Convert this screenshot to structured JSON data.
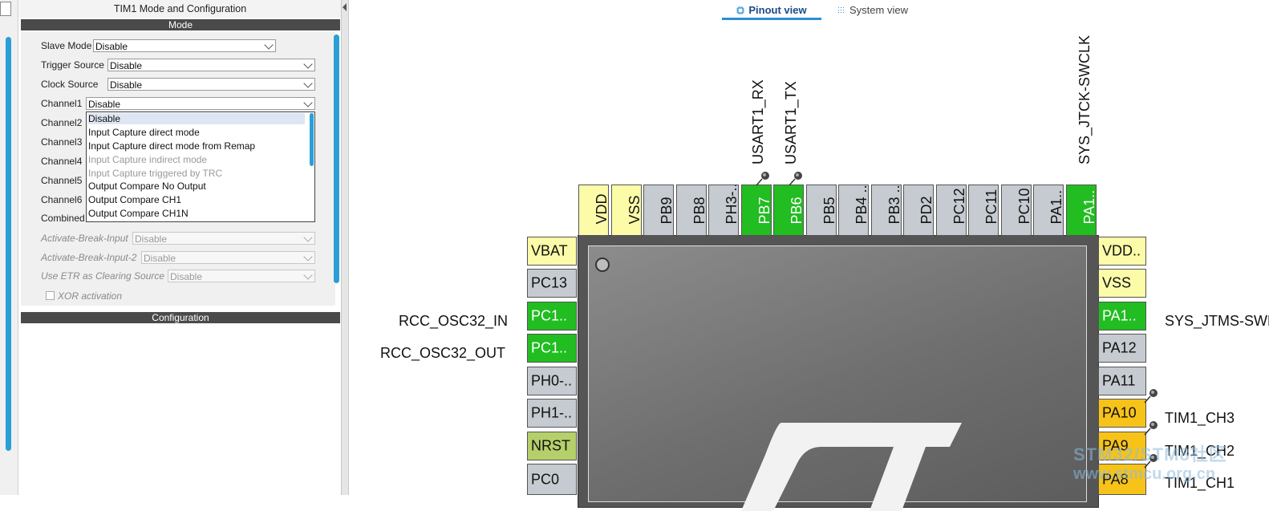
{
  "panel": {
    "title": "TIM1 Mode and Configuration",
    "mode_header": "Mode",
    "configuration_header": "Configuration"
  },
  "mode_rows": [
    {
      "label": "Slave Mode",
      "value": "Disable",
      "disabled": false
    },
    {
      "label": "Trigger Source",
      "value": "Disable",
      "disabled": false
    },
    {
      "label": "Clock Source",
      "value": "Disable",
      "disabled": false
    },
    {
      "label": "Channel1",
      "value": "Disable",
      "disabled": false
    },
    {
      "label": "Channel2",
      "value": "",
      "disabled": false
    },
    {
      "label": "Channel3",
      "value": "",
      "disabled": false
    },
    {
      "label": "Channel4",
      "value": "",
      "disabled": false
    },
    {
      "label": "Channel5",
      "value": "",
      "disabled": false
    },
    {
      "label": "Channel6",
      "value": "",
      "disabled": false
    },
    {
      "label": "Combined",
      "value": "",
      "disabled": false
    },
    {
      "label": "Activate-Break-Input",
      "value": "Disable",
      "disabled": true
    },
    {
      "label": "Activate-Break-Input-2",
      "value": "Disable",
      "disabled": true
    },
    {
      "label": "Use ETR as Clearing Source",
      "value": "Disable",
      "disabled": true
    }
  ],
  "xor_label": "XOR activation",
  "dropdown_options": [
    {
      "text": "Disable",
      "disabled": false,
      "selected": true
    },
    {
      "text": "Input Capture direct mode",
      "disabled": false
    },
    {
      "text": "Input Capture direct mode from Remap",
      "disabled": false
    },
    {
      "text": "Input Capture indirect mode",
      "disabled": true
    },
    {
      "text": "Input Capture triggered by TRC",
      "disabled": true
    },
    {
      "text": "Output Compare No Output",
      "disabled": false
    },
    {
      "text": "Output Compare CH1",
      "disabled": false
    },
    {
      "text": "Output Compare CH1N",
      "disabled": false
    }
  ],
  "tabs": {
    "pinout": "Pinout view",
    "system": "System view"
  },
  "top_pins": [
    {
      "label": "VDD",
      "color": "yellow"
    },
    {
      "label": "VSS",
      "color": "yellow"
    },
    {
      "label": "PB9",
      "color": "gray"
    },
    {
      "label": "PB8",
      "color": "gray"
    },
    {
      "label": "PH3-..",
      "color": "gray"
    },
    {
      "label": "PB7",
      "color": "green"
    },
    {
      "label": "PB6",
      "color": "green"
    },
    {
      "label": "PB5",
      "color": "gray"
    },
    {
      "label": "PB4 ..",
      "color": "gray"
    },
    {
      "label": "PB3 ..",
      "color": "gray"
    },
    {
      "label": "PD2",
      "color": "gray"
    },
    {
      "label": "PC12",
      "color": "gray"
    },
    {
      "label": "PC11",
      "color": "gray"
    },
    {
      "label": "PC10",
      "color": "gray"
    },
    {
      "label": "PA1..",
      "color": "gray"
    },
    {
      "label": "PA1..",
      "color": "green"
    }
  ],
  "left_pins": [
    {
      "label": "VBAT",
      "color": "yellow"
    },
    {
      "label": "PC13",
      "color": "gray"
    },
    {
      "label": "PC1..",
      "color": "green"
    },
    {
      "label": "PC1..",
      "color": "green"
    },
    {
      "label": "PH0-..",
      "color": "gray"
    },
    {
      "label": "PH1-..",
      "color": "gray"
    },
    {
      "label": "NRST",
      "color": "olive"
    },
    {
      "label": "PC0",
      "color": "gray"
    }
  ],
  "right_pins": [
    {
      "label": "VDD..",
      "color": "yellow"
    },
    {
      "label": "VSS",
      "color": "yellow"
    },
    {
      "label": "PA1..",
      "color": "green"
    },
    {
      "label": "PA12",
      "color": "gray"
    },
    {
      "label": "PA11",
      "color": "gray"
    },
    {
      "label": "PA10",
      "color": "orange"
    },
    {
      "label": "PA9",
      "color": "orange"
    },
    {
      "label": "PA8",
      "color": "orange"
    }
  ],
  "signals": {
    "usart1_rx": "USART1_RX",
    "usart1_tx": "USART1_TX",
    "sys_jtck": "SYS_JTCK-SWCLK",
    "rcc_osc32_in": "RCC_OSC32_IN",
    "rcc_osc32_out": "RCC_OSC32_OUT",
    "sys_jtms": "SYS_JTMS-SWDIO",
    "tim1_ch3": "TIM1_CH3",
    "tim1_ch2": "TIM1_CH2",
    "tim1_ch1": "TIM1_CH1"
  },
  "watermark": {
    "line1": "STM32/STM8社区",
    "line2": "www.stmcu.org.cn"
  }
}
